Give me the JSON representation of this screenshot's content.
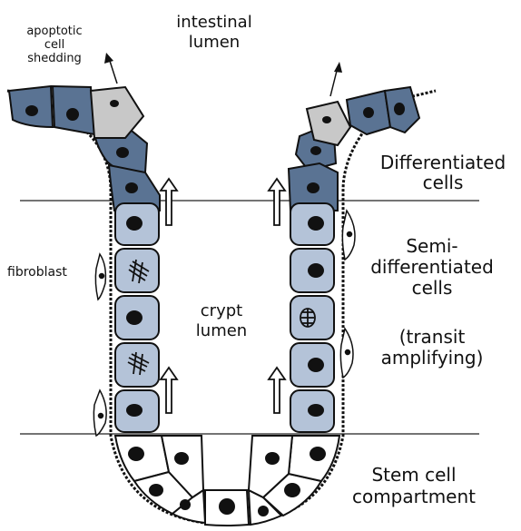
{
  "labels": {
    "apoptotic": [
      "apoptotic",
      "cell",
      "shedding"
    ],
    "intestinal_lumen": [
      "intestinal",
      "lumen"
    ],
    "differentiated": [
      "Differentiated",
      "cells"
    ],
    "semi": [
      "Semi-",
      "differentiated",
      "cells"
    ],
    "transit": [
      "(transit",
      "amplifying)"
    ],
    "fibroblast": "fibroblast",
    "crypt_lumen": [
      "crypt",
      "lumen"
    ],
    "stem": [
      "Stem cell",
      "compartment"
    ]
  },
  "colors": {
    "differentiated_cell": "#5a7393",
    "semi_cell": "#b4c3d8",
    "apoptotic_cell": "#c8c8c8",
    "stem_cell": "#ffffff",
    "nucleus": "#111111",
    "outline": "#111111",
    "arrow_fill": "#ffffff"
  },
  "icons": {
    "migration_arrow": "up-arrow-icon",
    "shedding_arrow": "thin-arrow-icon",
    "mitotic_nucleus": "mitosis-icon"
  }
}
